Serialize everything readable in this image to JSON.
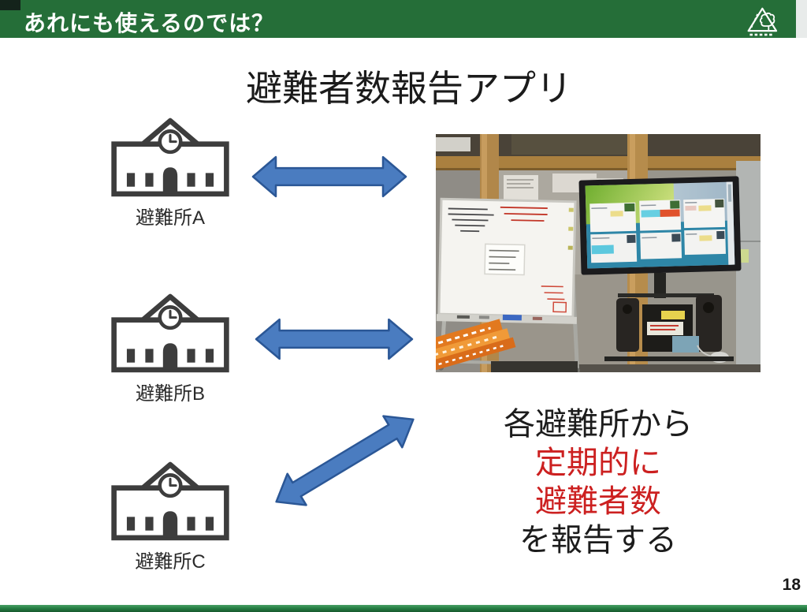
{
  "header": {
    "title": "あれにも使えるのでは？",
    "bg_color": "#256e38",
    "logo_icon": "mountain-trees-logo"
  },
  "slide": {
    "title": "避難者数報告アプリ",
    "page_number": "18"
  },
  "shelters": [
    {
      "label": "避難所A",
      "icon": "school-building-icon"
    },
    {
      "label": "避難所B",
      "icon": "school-building-icon"
    },
    {
      "label": "避難所C",
      "icon": "school-building-icon"
    }
  ],
  "arrows": {
    "type": "double-headed",
    "fill_color": "#4a7cc0",
    "border_color": "#2b5796"
  },
  "description": {
    "lines": [
      {
        "text": "各避難所から",
        "color": "#1c1c1c"
      },
      {
        "text": "定期的に",
        "color": "#cc2020"
      },
      {
        "text": "避難者数",
        "color": "#cc2020"
      },
      {
        "text": "を報告する",
        "color": "#1c1c1c"
      }
    ]
  },
  "photo": {
    "content": "evacuation-center-monitor-and-whiteboard-photo"
  },
  "footer": {
    "bar_color": "#217a3c"
  }
}
